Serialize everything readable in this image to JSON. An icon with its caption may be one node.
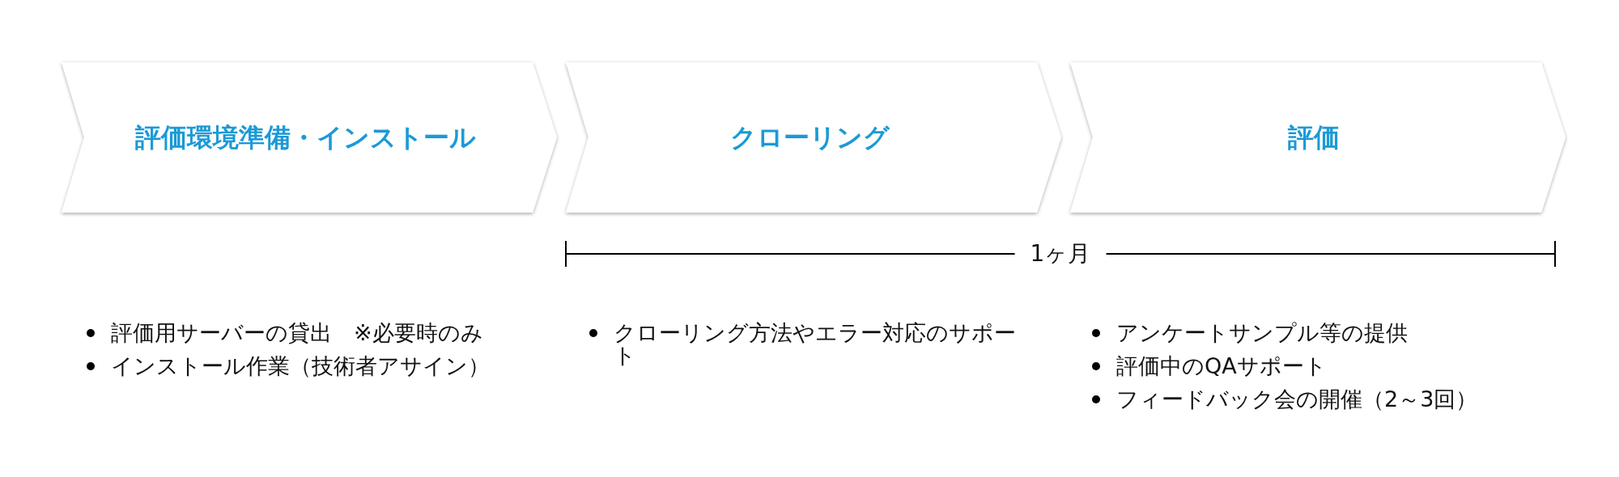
{
  "diagram": {
    "nodes": [
      {
        "text": [
          "評価環境準備・インストール"
        ]
      },
      {
        "text": [
          "クローリング"
        ]
      },
      {
        "text": [
          "評価"
        ]
      }
    ],
    "labels": [
      "1ヶ月",
      "評価用サーバーの貸出　※必要時のみ",
      "インストール作業（技術者アサイン）",
      "クローリング方法やエラー対応のサポート",
      "アンケートサンプル等の提供",
      "評価中のQAサポート",
      "フィードバック会の開催（2～3回）"
    ]
  }
}
